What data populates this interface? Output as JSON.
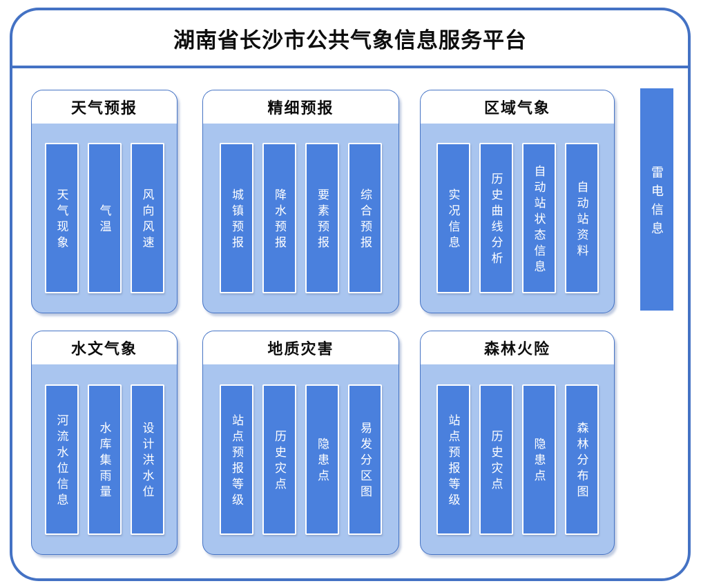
{
  "title": "湖南省长沙市公共气象信息服务平台",
  "colors": {
    "frame_border": "#4472C4",
    "panel_background": "#A9C5EF",
    "panel_header_background": "#FFFFFF",
    "bar_fill": "#4A80DD",
    "bar_border": "#FFFFFF",
    "bar_text": "#FFFFFF",
    "title_text": "#0D0D0D"
  },
  "panels": [
    {
      "title": "天气预报",
      "items": [
        "天气现象",
        "气温",
        "风向风速"
      ]
    },
    {
      "title": "精细预报",
      "items": [
        "城镇预报",
        "降水预报",
        "要素预报",
        "综合预报"
      ]
    },
    {
      "title": "区域气象",
      "items": [
        "实况信息",
        "历史曲线分析",
        "自动站状态信息",
        "自动站资料"
      ]
    },
    {
      "title": "水文气象",
      "items": [
        "河流水位信息",
        "水库集雨量",
        "设计洪水位"
      ]
    },
    {
      "title": "地质灾害",
      "items": [
        "站点预报等级",
        "历史灾点",
        "隐患点",
        "易发分区图"
      ]
    },
    {
      "title": "森林火险",
      "items": [
        "站点预报等级",
        "历史灾点",
        "隐患点",
        "森林分布图"
      ]
    }
  ],
  "lightning_bar": {
    "label": "雷电信息"
  }
}
